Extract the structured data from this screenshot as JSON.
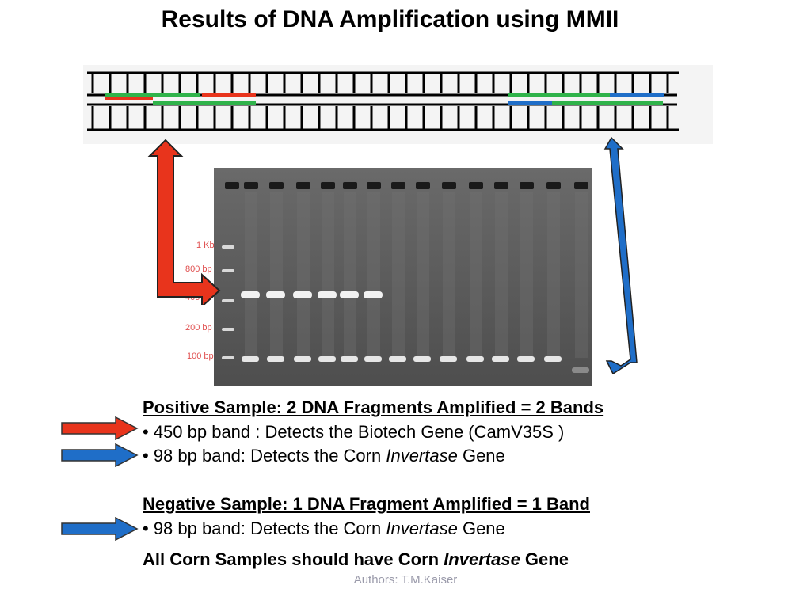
{
  "title": "Results of DNA Amplification using MMII",
  "gel": {
    "markers": [
      "1 Kb",
      "800 bp",
      "400 bp",
      "200 bp",
      "100 bp"
    ]
  },
  "positive": {
    "heading": "Positive Sample:   2 DNA Fragments Amplified = 2 Bands",
    "bullet1": "•  450 bp band : Detects the Biotech Gene (CamV35S )",
    "bullet2_pre": "•   98 bp band:  Detects the Corn ",
    "bullet2_italic": "Invertase",
    "bullet2_post": " Gene"
  },
  "negative": {
    "heading": "Negative Sample: 1 DNA Fragment Amplified = 1 Band",
    "bullet_pre": "•  98 bp band: Detects the Corn ",
    "bullet_italic": "Invertase",
    "bullet_post": " Gene"
  },
  "conclusion": {
    "pre": "All Corn Samples should have Corn ",
    "italic": "Invertase",
    "post": " Gene"
  },
  "footer": "Authors: T.M.Kaiser",
  "colors": {
    "red_arrow": "#e8341c",
    "blue_arrow": "#1f6ec8",
    "gel_bg": "#5c5c5c"
  }
}
